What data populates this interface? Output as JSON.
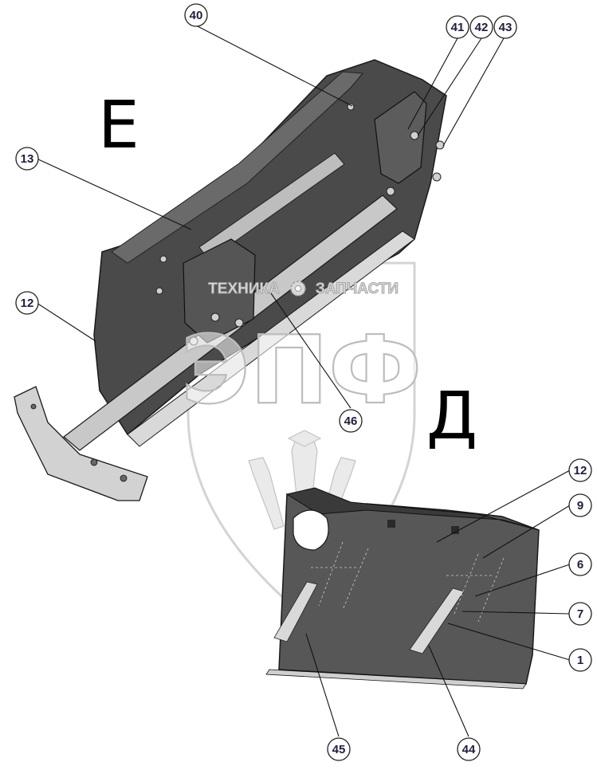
{
  "view_labels": {
    "upper": "Е",
    "lower": "Д"
  },
  "watermark": {
    "line_left": "ТЕХНИКА",
    "line_right": "ЗАПЧАСТИ",
    "big_letters": "ЭПФ",
    "gear_icon": "gear-icon"
  },
  "callouts": {
    "c40": "40",
    "c41": "41",
    "c42": "42",
    "c43": "43",
    "c13": "13",
    "c12_upper": "12",
    "c46": "46",
    "c12_lower": "12",
    "c9": "9",
    "c6": "6",
    "c7": "7",
    "c1": "1",
    "c45": "45",
    "c44": "44"
  },
  "colors": {
    "panel_dark": "#4a4a4a",
    "panel_mid": "#5c5c5c",
    "rail_light": "#bdbdbd",
    "outline": "#1a1a1a"
  }
}
